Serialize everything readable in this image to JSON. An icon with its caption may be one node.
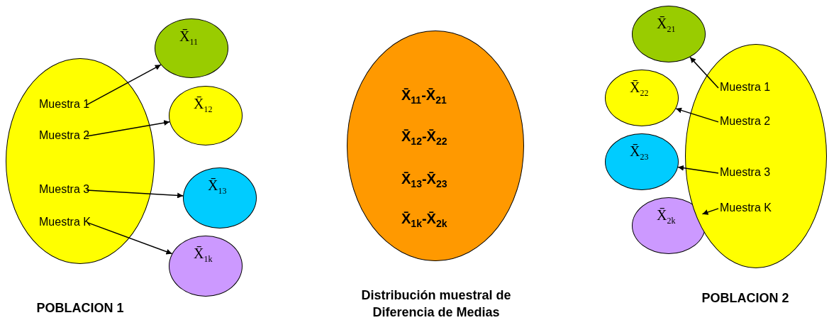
{
  "diagram": {
    "nodes": [
      {
        "text": [
          "POBLACION 1"
        ]
      },
      {
        "text": [
          "Muestra 1"
        ],
        "in": 0
      },
      {
        "text": [
          "Muestra 2"
        ],
        "in": 0
      },
      {
        "text": [
          "Muestra 3"
        ],
        "in": 0
      },
      {
        "text": [
          "Muestra K"
        ],
        "in": 0
      },
      {
        "text": [
          "X̄$_{11}$"
        ]
      },
      {
        "text": [
          "X̄$_{12}$"
        ]
      },
      {
        "text": [
          "X̄$_{13}$"
        ]
      },
      {
        "text": [
          "X̄$_{1k}$"
        ]
      },
      {
        "text": [
          "X̄$_{11}$-X̄$_{21}$",
          "X̄$_{12}$-X̄$_{22}$",
          "X̄$_{13}$-X̄$_{23}$",
          "X̄$_{1k}$-X̄$_{2k}$",
          "Distribución muestral de Diferencia de Medias"
        ]
      },
      {
        "text": [
          "X̄$_{21}$"
        ]
      },
      {
        "text": [
          "X̄$_{22}$"
        ]
      },
      {
        "text": [
          "X̄$_{23}$"
        ]
      },
      {
        "text": [
          "X̄$_{2k}$"
        ]
      },
      {
        "text": [
          "POBLACION 2"
        ]
      },
      {
        "text": [
          "Muestra 1"
        ],
        "in": 14
      },
      {
        "text": [
          "Muestra 2"
        ],
        "in": 14
      },
      {
        "text": [
          "Muestra 3"
        ],
        "in": 14
      },
      {
        "text": [
          "Muestra K"
        ],
        "in": 14
      }
    ],
    "edges": [
      {
        "from": 1,
        "to": 5,
        "arrow": "to"
      },
      {
        "from": 2,
        "to": 6,
        "arrow": "to"
      },
      {
        "from": 3,
        "to": 7,
        "arrow": "to"
      },
      {
        "from": 4,
        "to": 8,
        "arrow": "to"
      },
      {
        "from": 15,
        "to": 10,
        "arrow": "to"
      },
      {
        "from": 16,
        "to": 11,
        "arrow": "to"
      },
      {
        "from": 17,
        "to": 12,
        "arrow": "to"
      },
      {
        "from": 18,
        "to": 13,
        "arrow": "to"
      }
    ]
  }
}
